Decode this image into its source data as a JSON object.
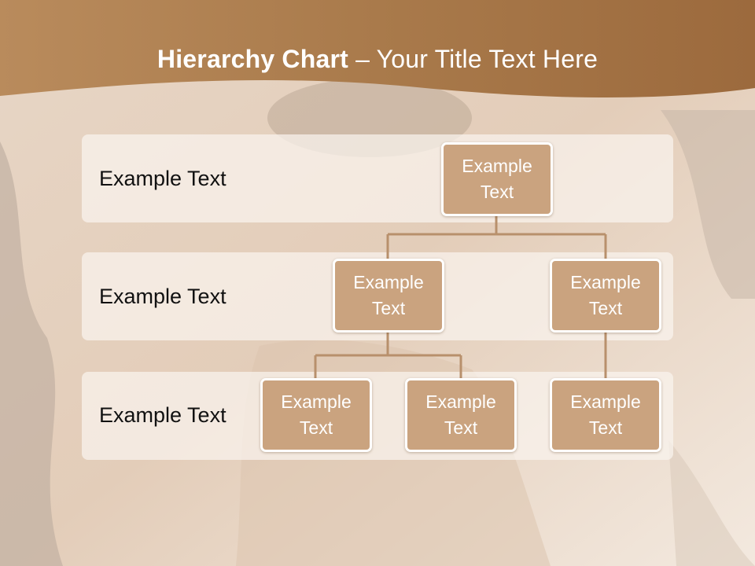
{
  "title": {
    "bold": "Hierarchy Chart",
    "rest": " – Your Title Text Here"
  },
  "bands": [
    {
      "label": "Example Text"
    },
    {
      "label": "Example Text"
    },
    {
      "label": "Example Text"
    }
  ],
  "nodes": {
    "root": "Example Text",
    "level2_left": "Example Text",
    "level2_right": "Example Text",
    "level3_a": "Example Text",
    "level3_b": "Example Text",
    "level3_c": "Example Text"
  },
  "colors": {
    "header_brown": "#a66f3e",
    "node_fill": "#caa37f",
    "node_border": "#ffffff",
    "connector": "#b8906c",
    "band_fill": "#faf4ee"
  }
}
